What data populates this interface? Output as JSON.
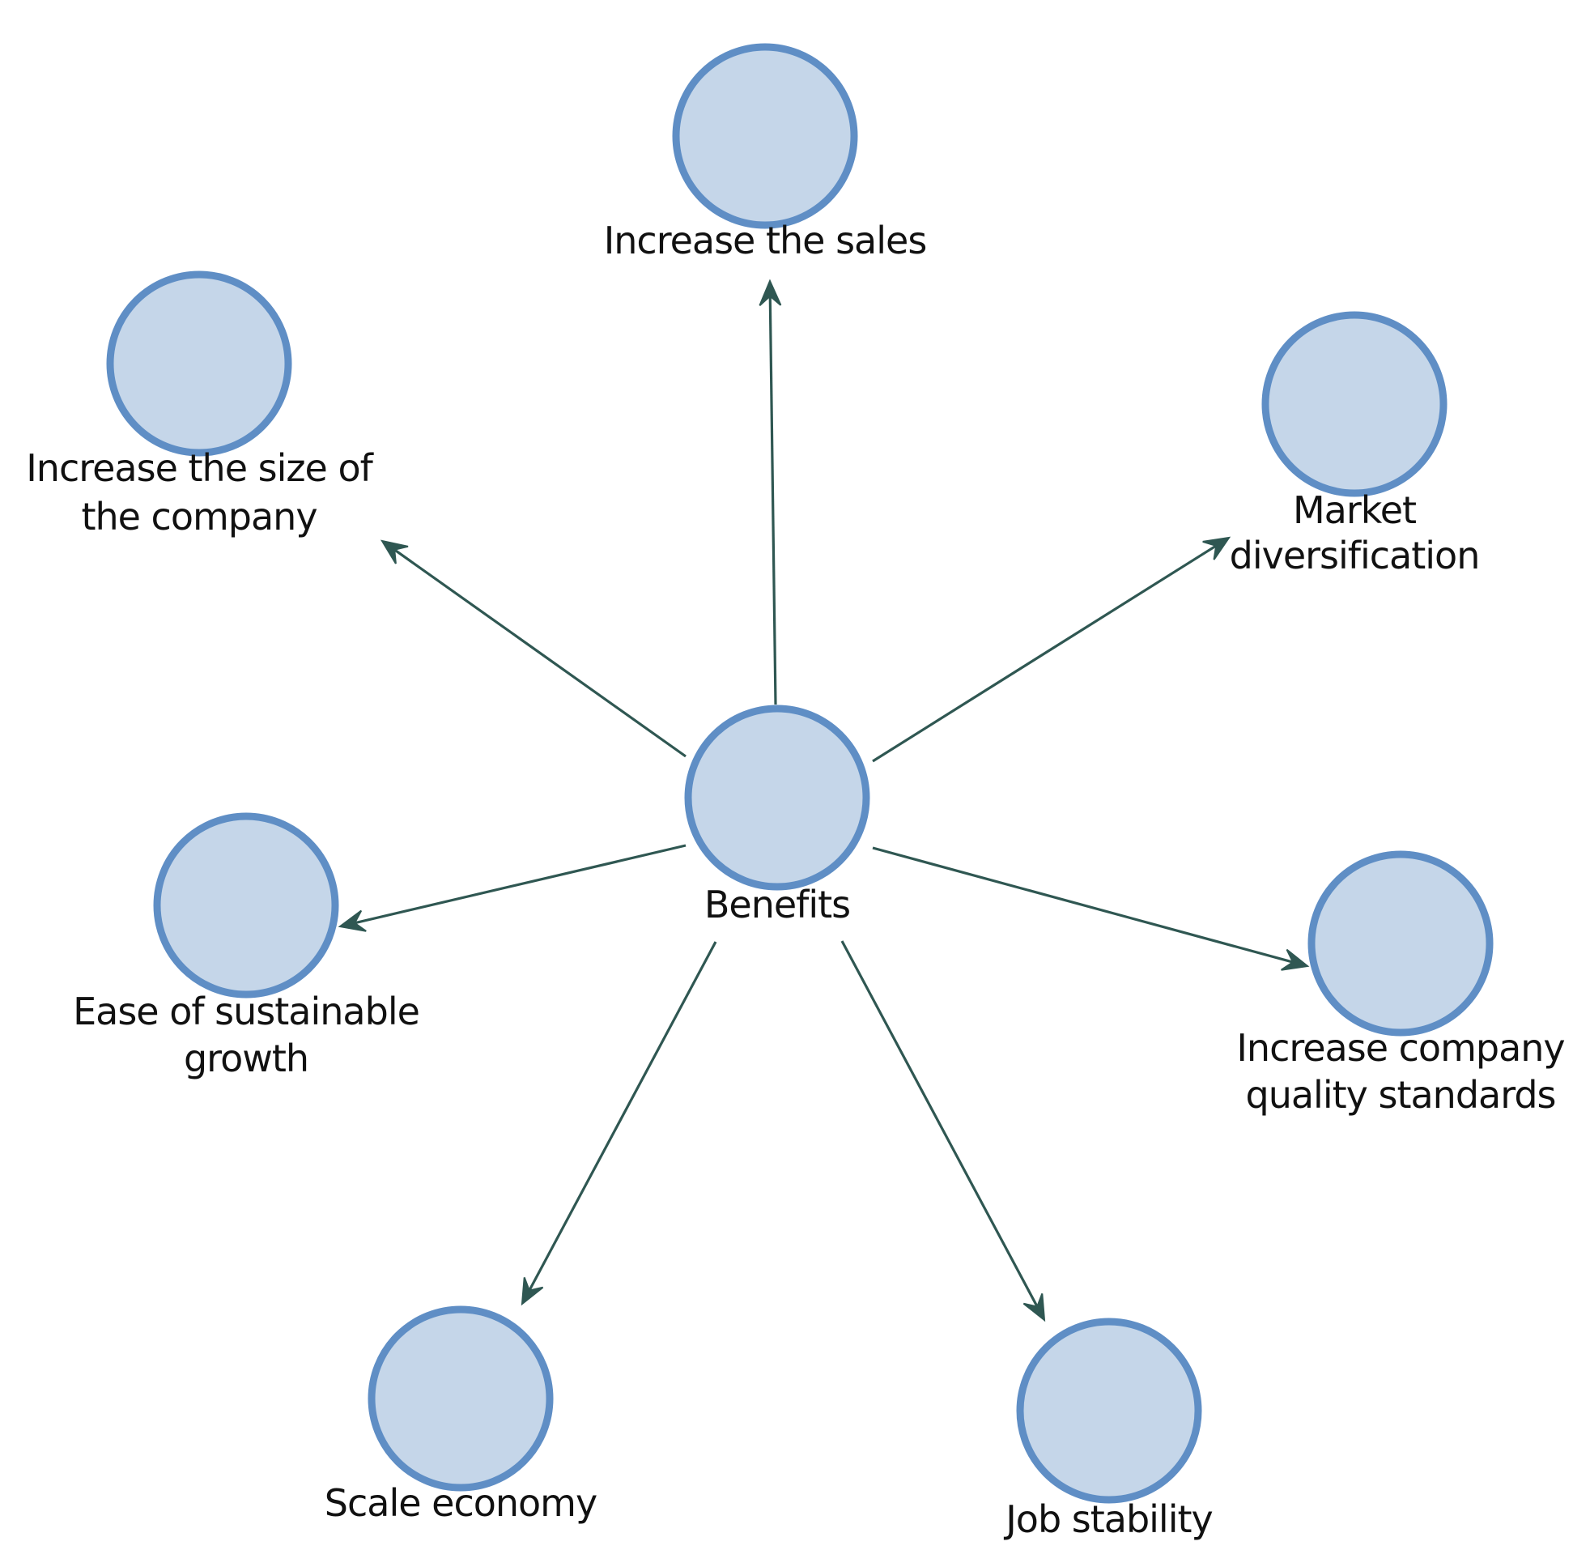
{
  "diagram": {
    "type": "radial-concept-map",
    "center": {
      "id": "benefits",
      "label": "Benefits"
    },
    "nodes": [
      {
        "id": "sales",
        "lines": [
          "Increase the sales"
        ]
      },
      {
        "id": "market",
        "lines": [
          "Market",
          "diversification"
        ]
      },
      {
        "id": "quality",
        "lines": [
          "Increase company",
          "quality standards"
        ]
      },
      {
        "id": "job",
        "lines": [
          "Job stability"
        ]
      },
      {
        "id": "scale",
        "lines": [
          "Scale economy"
        ]
      },
      {
        "id": "sustainable",
        "lines": [
          "Ease of sustainable",
          "growth"
        ]
      },
      {
        "id": "size",
        "lines": [
          "Increase the size of",
          "the company"
        ]
      }
    ],
    "edges": [
      {
        "from": "benefits",
        "to": "sales"
      },
      {
        "from": "benefits",
        "to": "market"
      },
      {
        "from": "benefits",
        "to": "quality"
      },
      {
        "from": "benefits",
        "to": "job"
      },
      {
        "from": "benefits",
        "to": "scale"
      },
      {
        "from": "benefits",
        "to": "sustainable"
      },
      {
        "from": "benefits",
        "to": "size"
      }
    ]
  },
  "colors": {
    "node_fill": "#c5d6e9",
    "node_stroke": "#5f8ec5",
    "edge": "#2f5752",
    "label": "#111111"
  }
}
